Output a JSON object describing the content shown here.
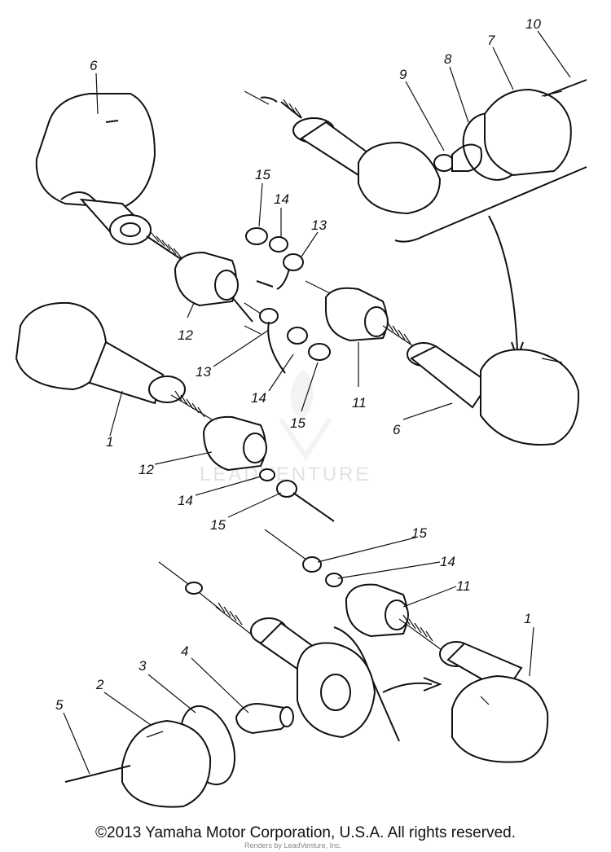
{
  "labels": {
    "l1a": "1",
    "l1b": "1",
    "l2": "2",
    "l3": "3",
    "l4": "4",
    "l5": "5",
    "l6a": "6",
    "l6b": "6",
    "l7": "7",
    "l8": "8",
    "l9": "9",
    "l10": "10",
    "l11a": "11",
    "l11b": "11",
    "l12a": "12",
    "l12b": "12",
    "l13a": "13",
    "l13b": "13",
    "l14a": "14",
    "l14b": "14",
    "l14c": "14",
    "l14d": "14",
    "l15a": "15",
    "l15b": "15",
    "l15c": "15",
    "l15d": "15"
  },
  "watermark": "LEADVENTURE",
  "copyright": "©2013 Yamaha Motor Corporation, U.S.A. All rights reserved.",
  "credit": "Renders by LeadVenture, Inc."
}
